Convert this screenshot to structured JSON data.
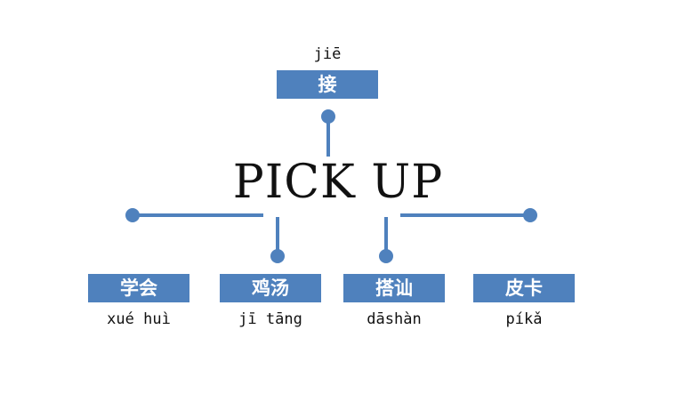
{
  "title": "PICK UP",
  "colors": {
    "box_fill": "#4f81bd",
    "line": "#4f81bd",
    "text": "#111111"
  },
  "top_node": {
    "chinese": "接",
    "pinyin": "jiē"
  },
  "bottom_nodes": [
    {
      "chinese": "学会",
      "pinyin": "xué huì"
    },
    {
      "chinese": "鸡汤",
      "pinyin": "jī tāng"
    },
    {
      "chinese": "搭讪",
      "pinyin": "dāshàn"
    },
    {
      "chinese": "皮卡",
      "pinyin": "píkǎ"
    }
  ]
}
